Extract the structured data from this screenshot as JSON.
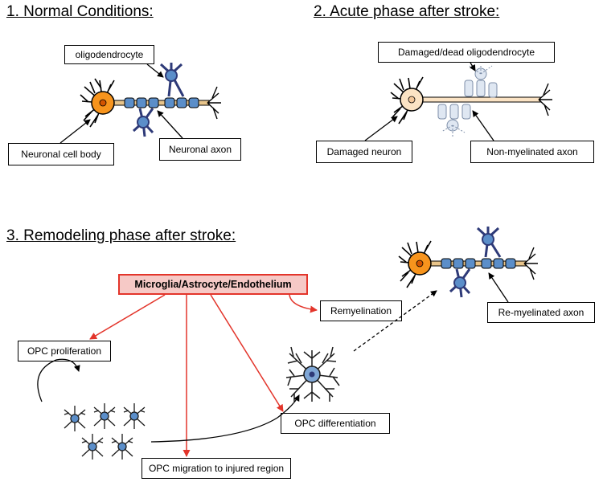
{
  "panels": {
    "normal": {
      "title": "1. Normal Conditions:",
      "labels": {
        "oligodendrocyte": "oligodendrocyte",
        "cell_body": "Neuronal cell body",
        "axon": "Neuronal axon"
      }
    },
    "acute": {
      "title": "2. Acute phase after stroke:",
      "labels": {
        "dead_oligo": "Damaged/dead oligodendrocyte",
        "damaged_neuron": "Damaged neuron",
        "non_myelinated": "Non-myelinated axon"
      }
    },
    "remodeling": {
      "title": "3. Remodeling phase after stroke:",
      "labels": {
        "source": "Microglia/Astrocyte/Endothelium",
        "remyelination": "Remyelination",
        "proliferation": "OPC proliferation",
        "migration": "OPC migration to injured region",
        "differentiation": "OPC differentiation",
        "remyelinated": "Re-myelinated axon"
      }
    }
  },
  "colors": {
    "neuron_body": "#f7941d",
    "neuron_damaged": "#fbe3c4",
    "axon": "#e8c48a",
    "myelin": "#5b8ec9",
    "oligo_dark": "#2e3a78",
    "oligo_light": "#dfe7f2",
    "arrow_red": "#e3352b",
    "highlight_fill": "#f6c9c6"
  }
}
